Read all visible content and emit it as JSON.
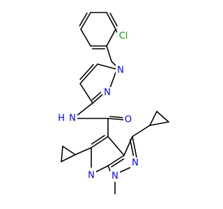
{
  "molecule": {
    "colors": {
      "bond": "#000000",
      "nitrogen": "#0000ff",
      "chlorine": "#00a000"
    },
    "labels": {
      "cl": "Cl",
      "n_pyrazole_1": "N",
      "n_pyrazole_2": "N",
      "n_amide": "N",
      "h_amide": "H",
      "o_carbonyl": "O",
      "n_pyrazolo_1": "N",
      "n_pyrazolo_2": "N",
      "n_pyridine": "N"
    }
  }
}
